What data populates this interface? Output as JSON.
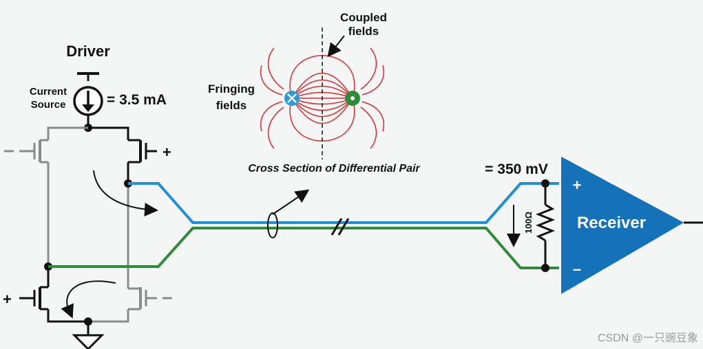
{
  "driver": {
    "title": "Driver",
    "current_source_line1": "Current",
    "current_source_line2": "Source",
    "current_value": "= 3.5 mA",
    "plus": "+",
    "minus": "–"
  },
  "cross_section": {
    "coupled_line1": "Coupled",
    "coupled_line2": "fields",
    "fringing_line1": "Fringing",
    "fringing_line2": "fields",
    "caption": "Cross Section of Differential Pair"
  },
  "receiver": {
    "voltage": "= 350 mV",
    "resistor": "100Ω",
    "label": "Receiver",
    "plus": "+",
    "minus": "–"
  },
  "watermark": "CSDN @一只豌豆象",
  "colors": {
    "blue_line": "#1f8fd6",
    "green_line": "#2e8b3a",
    "receiver_fill": "#1672b8",
    "field_red": "#e0292c",
    "gray_wire": "#8a8a8a"
  }
}
